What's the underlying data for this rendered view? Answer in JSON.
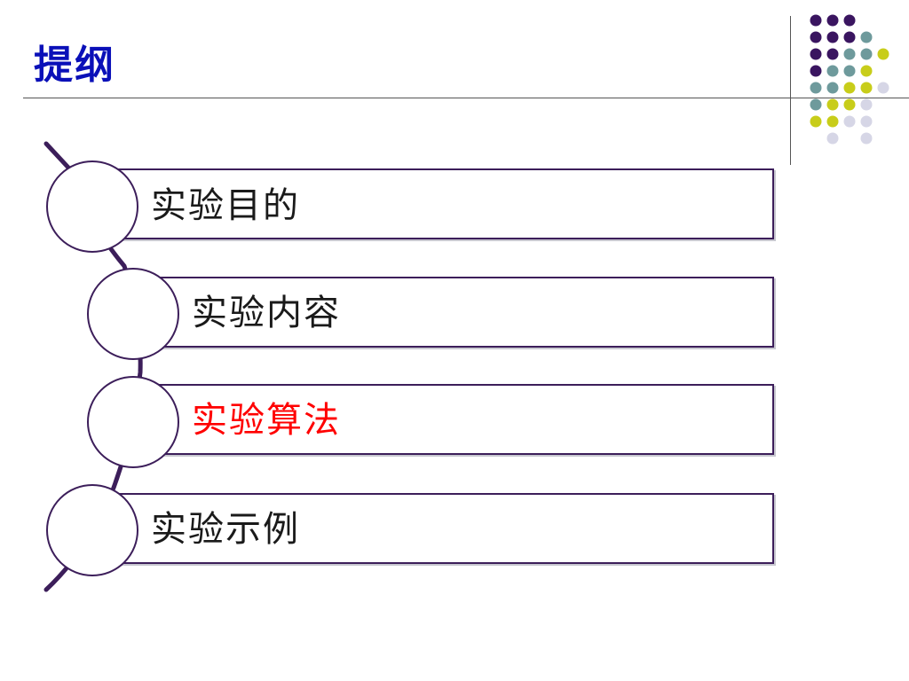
{
  "slide": {
    "title": "提纲",
    "title_color": "#0a10b8",
    "accent_colors": {
      "dark_purple": "#3a1560",
      "teal": "#6e9a9c",
      "yellow_green": "#c8cd1a",
      "lavender": "#d6d6e6"
    },
    "outline": {
      "items": [
        {
          "label": "实验目的",
          "active": false
        },
        {
          "label": "实验内容",
          "active": false
        },
        {
          "label": "实验算法",
          "active": true
        },
        {
          "label": "实验示例",
          "active": false
        }
      ],
      "active_color": "#ff0000"
    }
  }
}
